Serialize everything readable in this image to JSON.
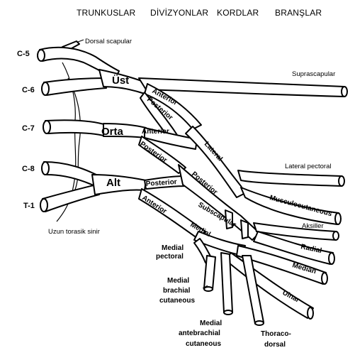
{
  "headers": {
    "trunks": "TRUNKUSLAR",
    "divisions": "DİVİZYONLAR",
    "cords": "KORDLAR",
    "branches": "BRANŞLAR"
  },
  "roots": [
    "C-5",
    "C-6",
    "C-7",
    "C-8",
    "T-1"
  ],
  "trunks": {
    "upper": "Üst",
    "middle": "Orta",
    "lower": "Alt"
  },
  "divisions": {
    "upper_anterior": "Anterior",
    "upper_posterior": "Posterior",
    "middle_anterior": "Anterior",
    "middle_posterior": "Posterior",
    "lower_posterior": "Posterior",
    "lower_anterior": "Anterior"
  },
  "cords": {
    "lateral": "Lateral",
    "posterior": "Posterior",
    "medial": "Medial"
  },
  "branches": {
    "dorsal_scapular": "Dorsal scapular",
    "suprascapular": "Suprascapular",
    "lateral_pectoral": "Lateral pectoral",
    "musculocutaneous": "Musculocutaneous",
    "axillary": "Aksiller",
    "radial": "Radial",
    "median": "Median",
    "ulnar": "Ulnar",
    "subscapular": "Subscapular",
    "long_thoracic": "Uzun torasik sinir",
    "medial_pectoral": [
      "Medial",
      "pectoral"
    ],
    "medial_brachial_cutaneous": [
      "Medial",
      "brachial",
      "cutaneous"
    ],
    "medial_antebrachial_cutaneous": [
      "Medial",
      "antebrachial",
      "cutaneous"
    ],
    "thoracodorsal": [
      "Thoraco-",
      "dorsal"
    ]
  }
}
